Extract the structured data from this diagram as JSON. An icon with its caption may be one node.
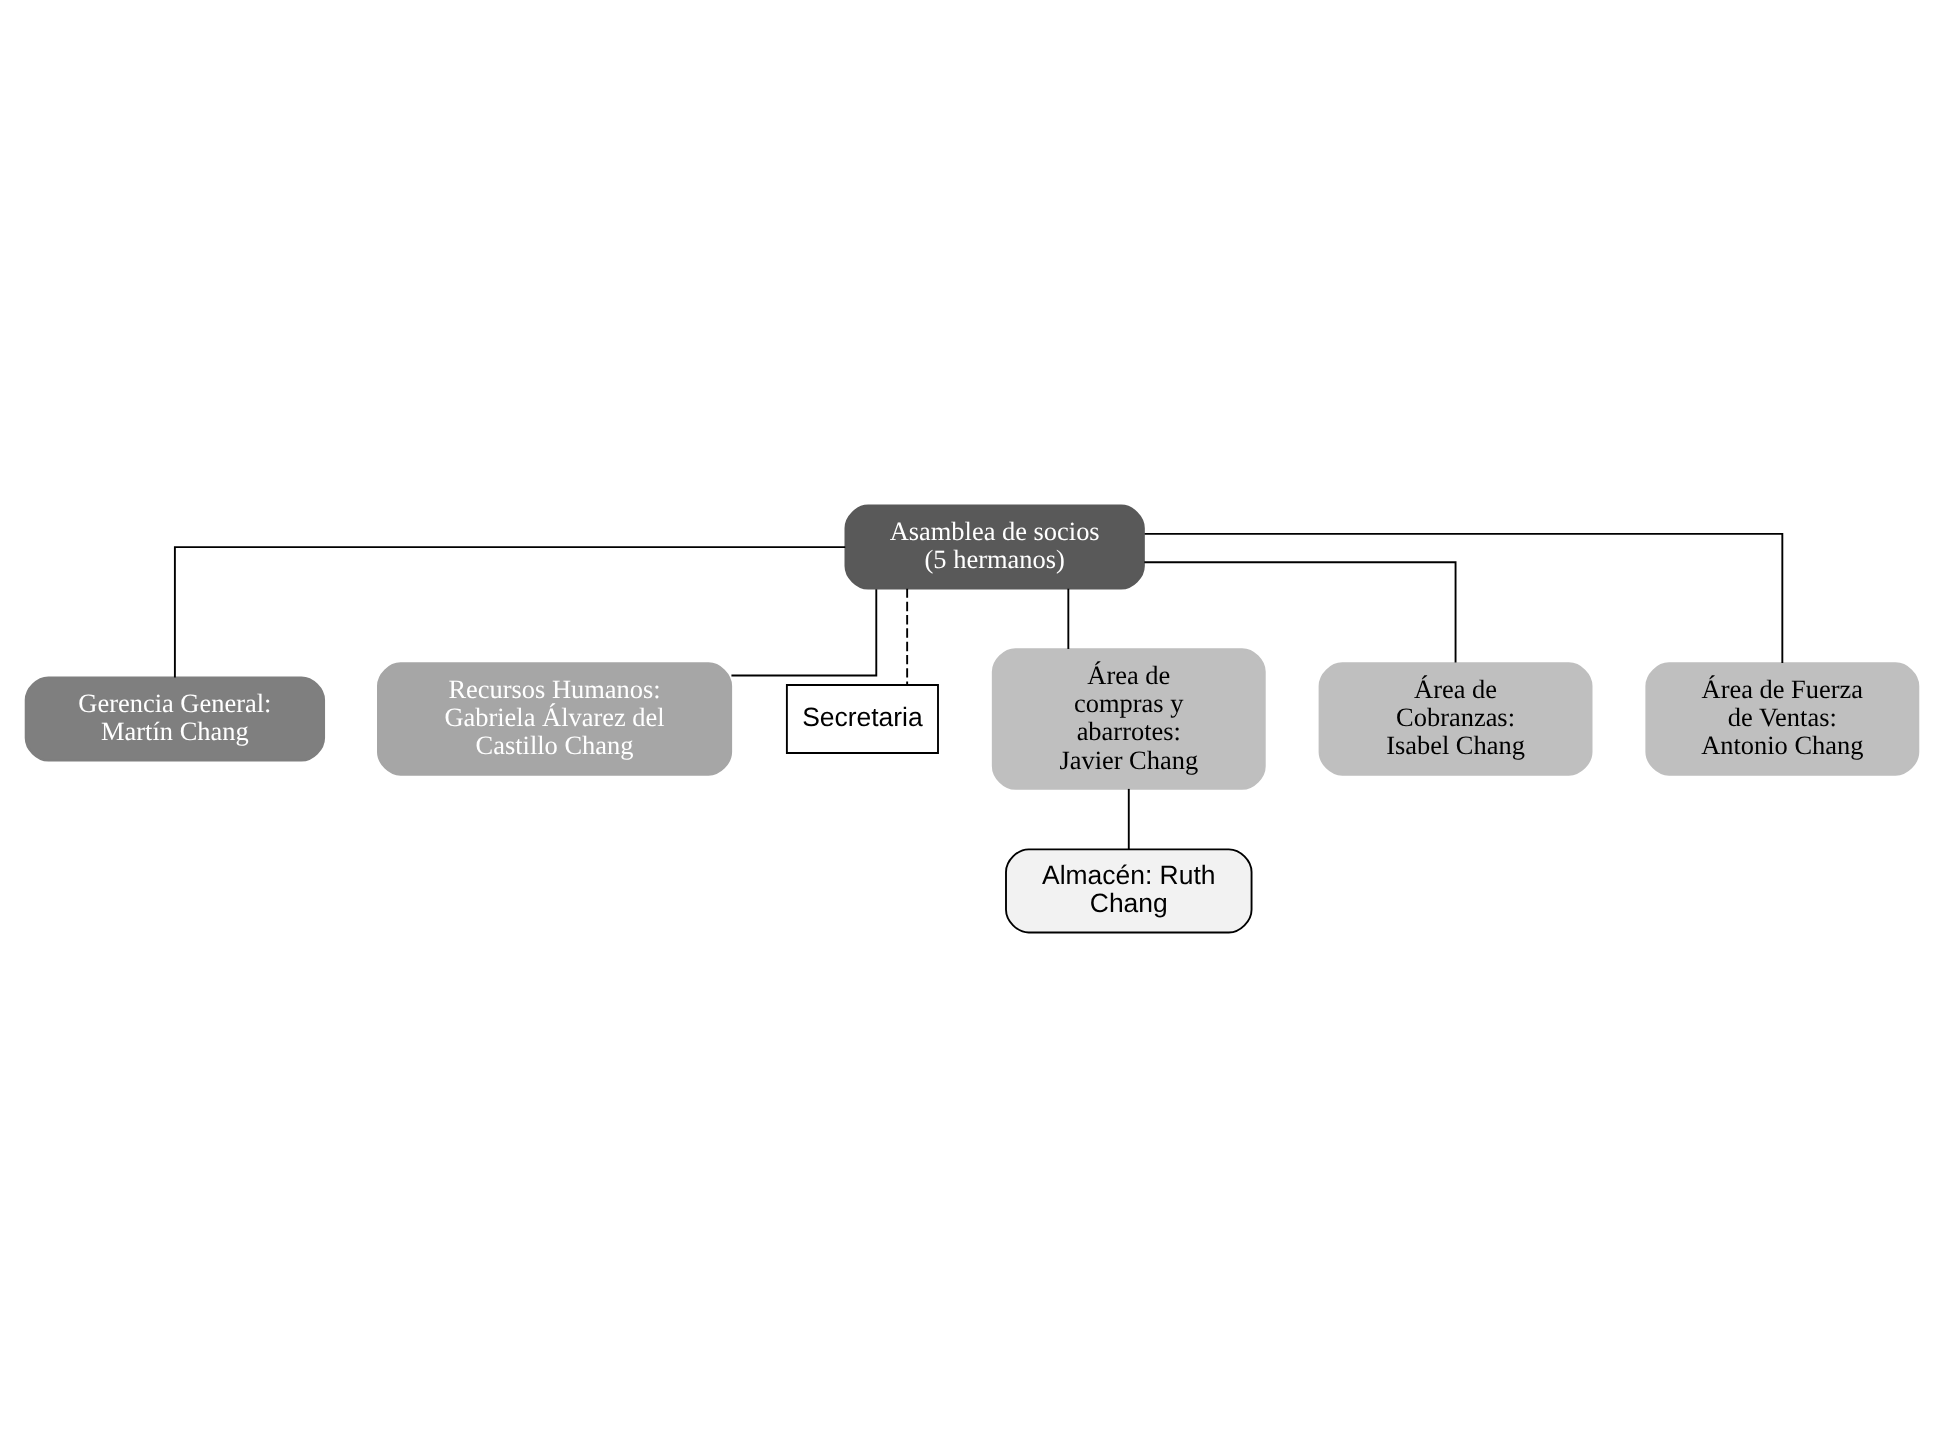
{
  "diagram": {
    "nodes": [
      {
        "text": [
          "Asamblea de socios (5 hermanos)"
        ]
      },
      {
        "text": [
          "Gerencia General: Martín Chang"
        ]
      },
      {
        "text": [
          "Recursos Humanos: Gabriela Álvarez del Castillo Chang"
        ]
      },
      {
        "text": [
          "Secretaria"
        ]
      },
      {
        "text": [
          "Área de compras y abarrotes: Javier Chang"
        ]
      },
      {
        "text": [
          "Área de Cobranzas: Isabel Chang"
        ]
      },
      {
        "text": [
          "Área de Fuerza de Ventas: Antonio Chang"
        ]
      },
      {
        "text": [
          "Almacén: Ruth Chang"
        ]
      }
    ],
    "edges": [
      {
        "from": 0,
        "to": 1,
        "arrow": "none"
      },
      {
        "from": 0,
        "to": 2,
        "arrow": "none"
      },
      {
        "from": 0,
        "to": 3,
        "arrow": "none",
        "style": "dashed"
      },
      {
        "from": 0,
        "to": 4,
        "arrow": "none"
      },
      {
        "from": 0,
        "to": 5,
        "arrow": "none"
      },
      {
        "from": 0,
        "to": 6,
        "arrow": "none"
      },
      {
        "from": 4,
        "to": 7,
        "arrow": "none"
      }
    ]
  }
}
